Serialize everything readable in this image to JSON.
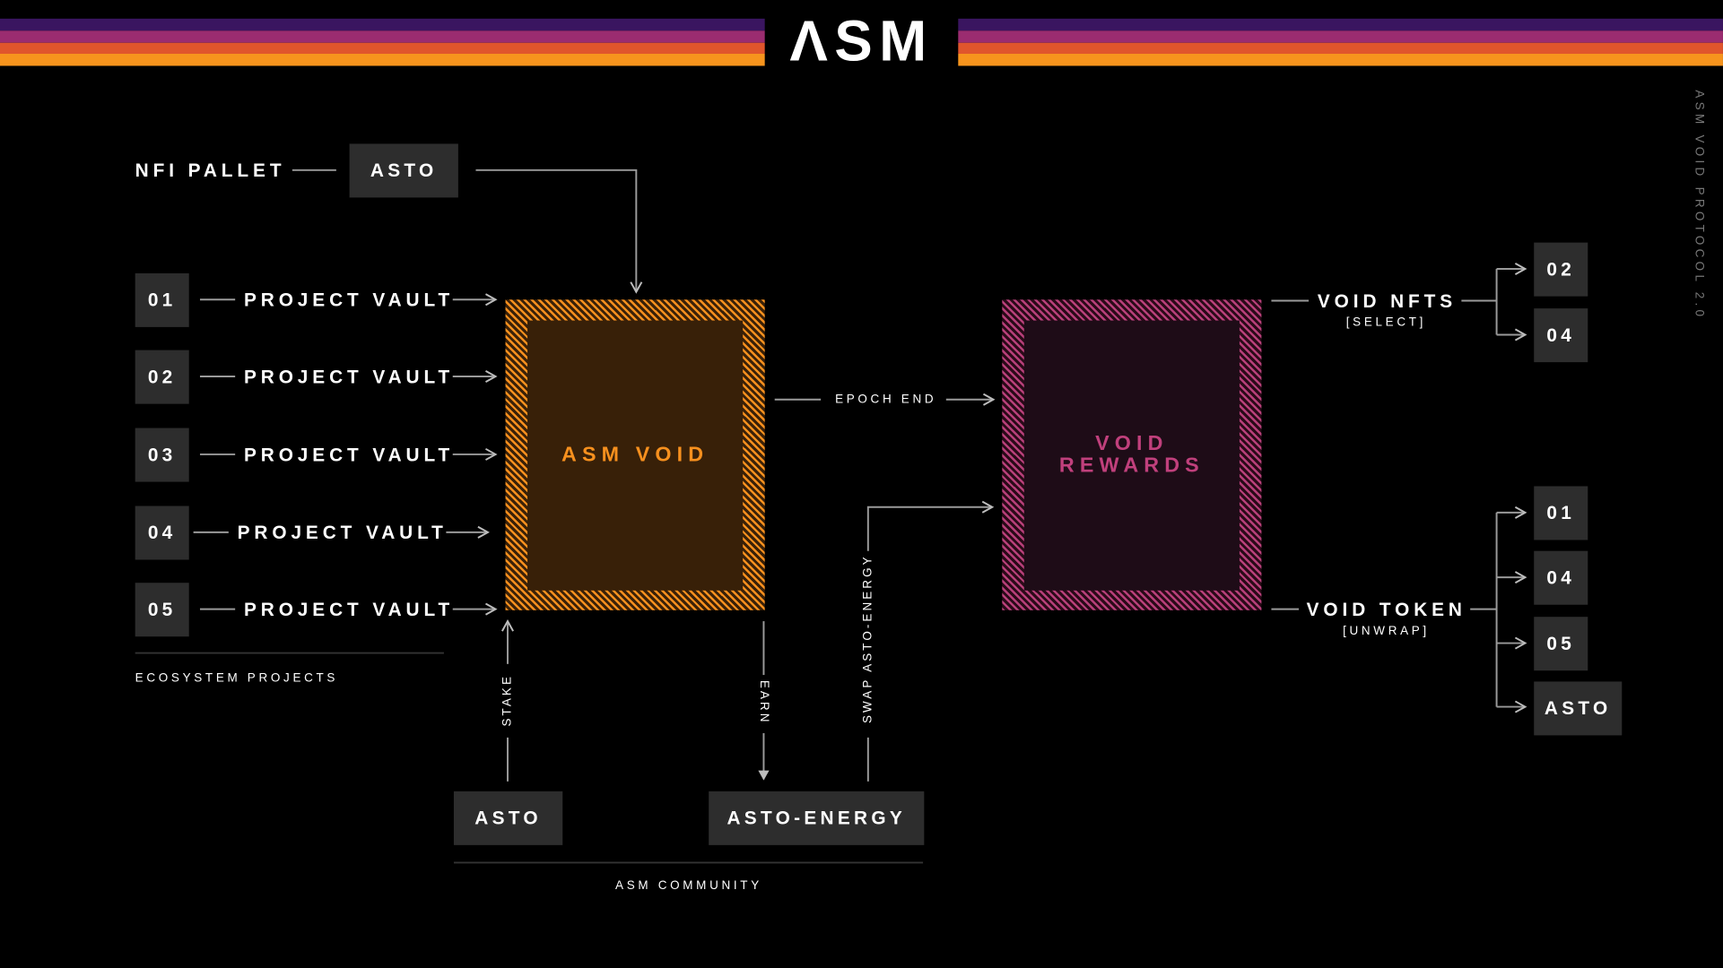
{
  "header": {
    "logo": "ΛSM",
    "stripe_colors": [
      "#3a1560",
      "#9b2c70",
      "#e0552c",
      "#f7941d"
    ]
  },
  "side_label": "ASM VOID PROTOCOL 2.0",
  "nft_pallet": {
    "label": "NFI PALLET",
    "token": "ASTO"
  },
  "ecosystem": {
    "vaults": [
      {
        "num": "01",
        "label": "PROJECT VAULT"
      },
      {
        "num": "02",
        "label": "PROJECT VAULT"
      },
      {
        "num": "03",
        "label": "PROJECT VAULT"
      },
      {
        "num": "04",
        "label": "PROJECT VAULT"
      },
      {
        "num": "05",
        "label": "PROJECT VAULT"
      }
    ],
    "caption": "ECOSYSTEM PROJECTS"
  },
  "asm_void": {
    "label": "ASM VOID",
    "color": "#f7901e"
  },
  "void_rewards": {
    "line1": "VOID",
    "line2": "REWARDS",
    "color": "#c0407c"
  },
  "epoch_end": "EPOCH END",
  "community": {
    "asto": "ASTO",
    "asto_energy": "ASTO-ENERGY",
    "caption": "ASM COMMUNITY",
    "stake": "STAKE",
    "earn": "EARN",
    "swap": "SWAP ASTO-ENERGY"
  },
  "void_nfts": {
    "label": "VOID NFTS",
    "sub": "[SELECT]",
    "outputs": [
      "02",
      "04"
    ]
  },
  "void_token": {
    "label": "VOID TOKEN",
    "sub": "[UNWRAP]",
    "outputs": [
      "01",
      "04",
      "05",
      "ASTO"
    ]
  }
}
